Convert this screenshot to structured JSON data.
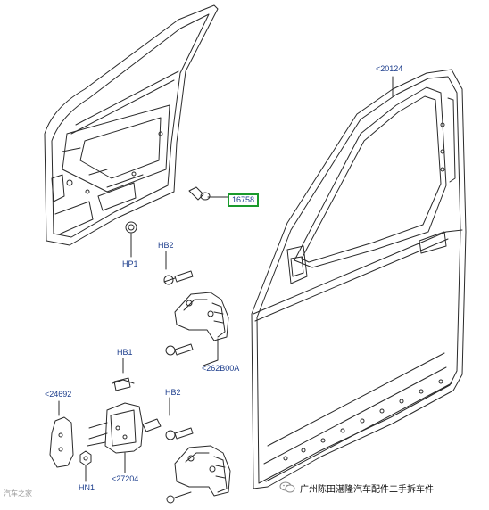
{
  "callouts": {
    "door_shell": "<20124",
    "check_strap_stopper": "16758",
    "plug": "HP1",
    "upper_bolt": "HB2",
    "hinge": "<262B00A",
    "check_bolt": "HB1",
    "lower_bolt": "HB2",
    "trim_bracket": "<24692",
    "check_arm": "<27204",
    "nut": "HN1"
  },
  "watermark": {
    "text": "广州陈田湛隆汽车配件二手拆车件",
    "logo_text": "汽车之家"
  },
  "colors": {
    "line": "#2a2a2a",
    "callout_text": "#1c3d8c",
    "highlight_box": "#1a9a2c"
  },
  "icons": {
    "watermark_icon": "wechat-icon"
  }
}
